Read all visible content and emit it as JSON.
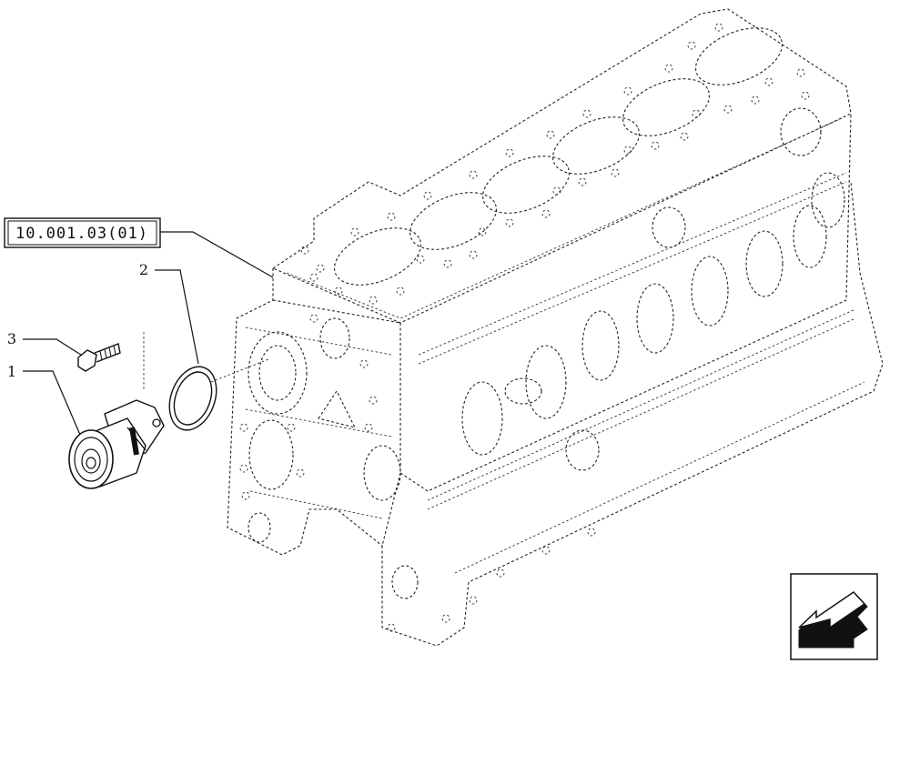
{
  "reference": {
    "code": "10.001.03(01)"
  },
  "callouts": [
    {
      "number": "1",
      "part": "water-pump"
    },
    {
      "number": "2",
      "part": "gasket"
    },
    {
      "number": "3",
      "part": "bolt"
    }
  ],
  "nav_icon": "back-arrow-icon"
}
